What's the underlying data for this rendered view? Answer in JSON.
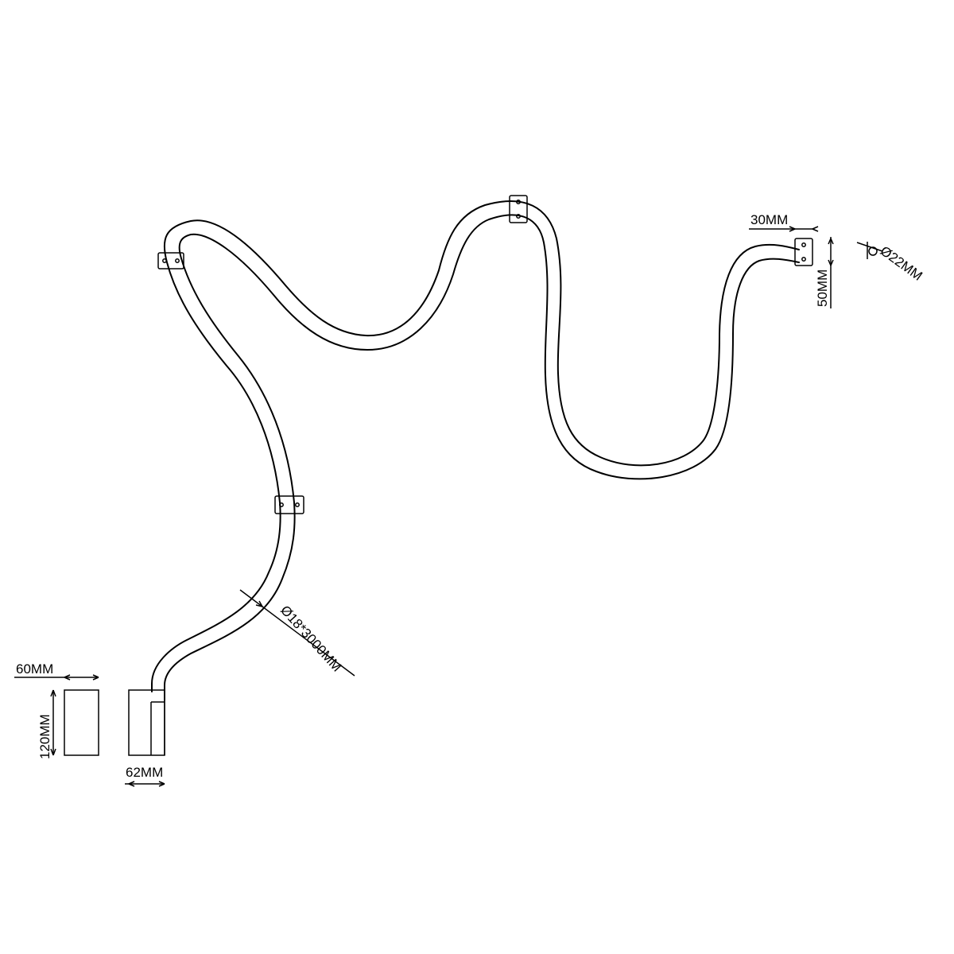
{
  "dimensions": {
    "canopy_width": "60MM",
    "canopy_height": "120MM",
    "canopy_depth": "62MM",
    "tube_spec": "Ø18*3000MM",
    "clip_width": "30MM",
    "clip_height": "50MM",
    "end_diameter": "Ø22MM"
  },
  "colors": {
    "line": "#000000",
    "background": "#ffffff"
  }
}
